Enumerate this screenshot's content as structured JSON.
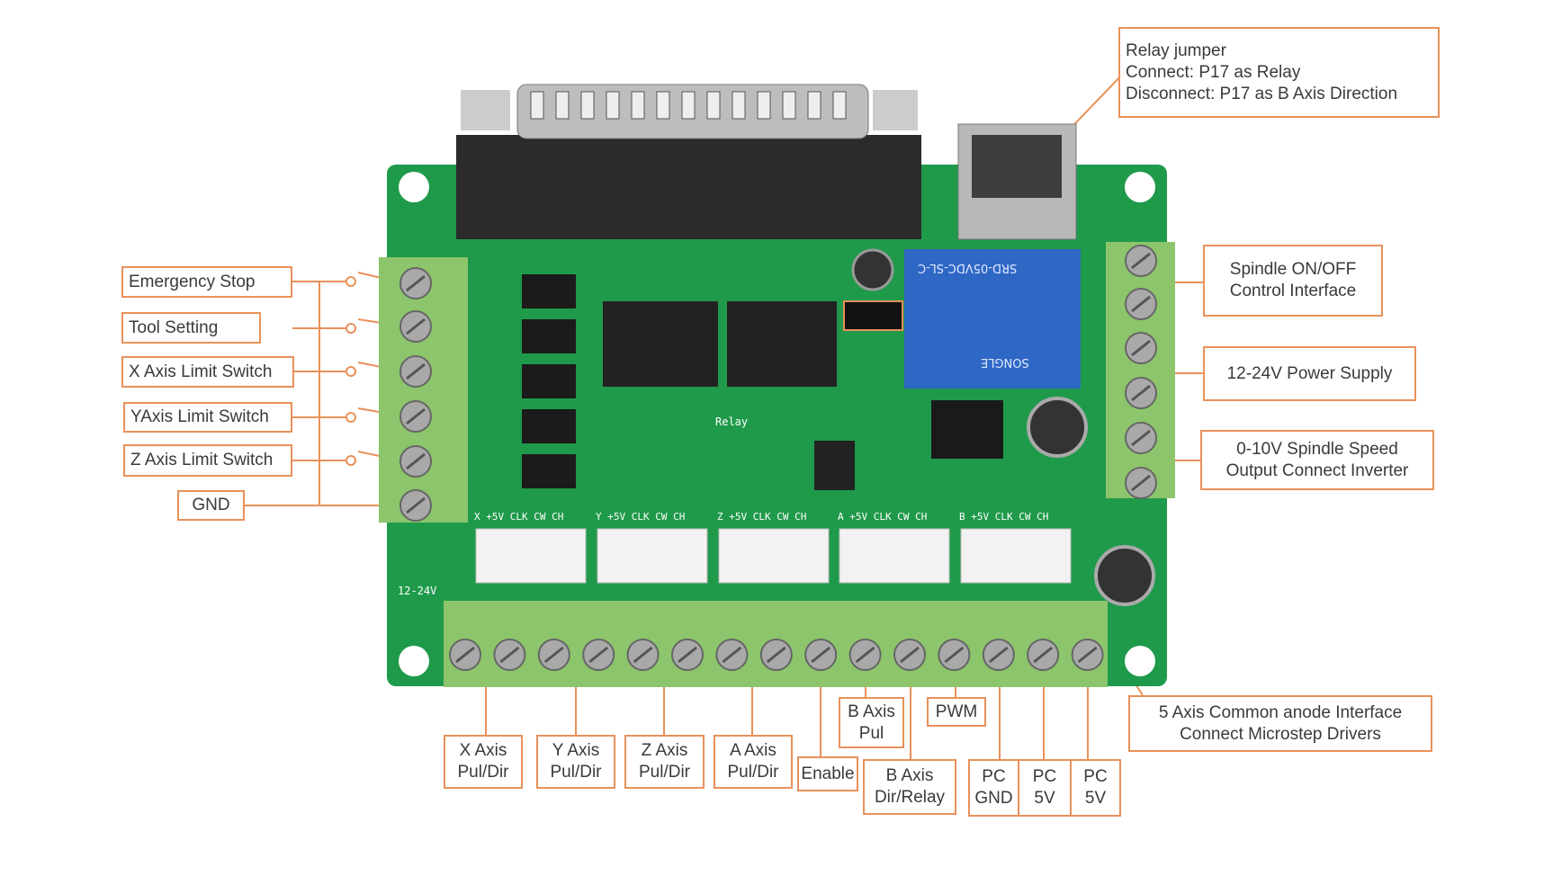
{
  "colors": {
    "board": "#1f9a4a",
    "terminal": "#8cc56b",
    "label_border": "#e8915a",
    "relay": "#2f67c4",
    "text": "#3a3a3a"
  },
  "callouts": {
    "relay_jumper": [
      "Relay jumper",
      "Connect: P17 as Relay",
      "Disconnect: P17 as B Axis Direction"
    ],
    "spindle_onoff": [
      "Spindle ON/OFF",
      "Control Interface"
    ],
    "power_supply": [
      "12-24V Power Supply"
    ],
    "spindle_speed": [
      "0-10V Spindle Speed",
      "Output Connect Inverter"
    ],
    "left": [
      "Emergency Stop",
      "Tool Setting",
      "X Axis Limit Switch",
      "YAxis Limit Switch",
      "Z Axis Limit Switch",
      "GND"
    ],
    "bottom": {
      "x_axis": [
        "X Axis",
        "Pul/Dir"
      ],
      "y_axis": [
        "Y Axis",
        "Pul/Dir"
      ],
      "z_axis": [
        "Z Axis",
        "Pul/Dir"
      ],
      "a_axis": [
        "A Axis",
        "Pul/Dir"
      ],
      "enable": [
        "Enable"
      ],
      "b_pul": [
        "B Axis",
        "Pul"
      ],
      "pwm": [
        "PWM"
      ],
      "b_dir": [
        "B Axis",
        "Dir/Relay"
      ],
      "pc_gnd": [
        "PC",
        "GND"
      ],
      "pc_5v_1": [
        "PC",
        "5V"
      ],
      "pc_5v_2": [
        "PC",
        "5V"
      ],
      "common_anode": [
        "5 Axis Common anode Interface",
        "Connect Microstep Drivers"
      ]
    }
  },
  "board": {
    "relay_marking": "SRD-05VDC-SL-C",
    "relay_brand": "SONGLE",
    "power_silk": "12-24V",
    "relay_silk": "Relay",
    "header_silk": [
      "X +5V CLK CW CH",
      "Y +5V CLK CW CH",
      "Z +5V CLK CW CH",
      "A +5V CLK CW CH",
      "B +5V CLK CW CH"
    ]
  }
}
